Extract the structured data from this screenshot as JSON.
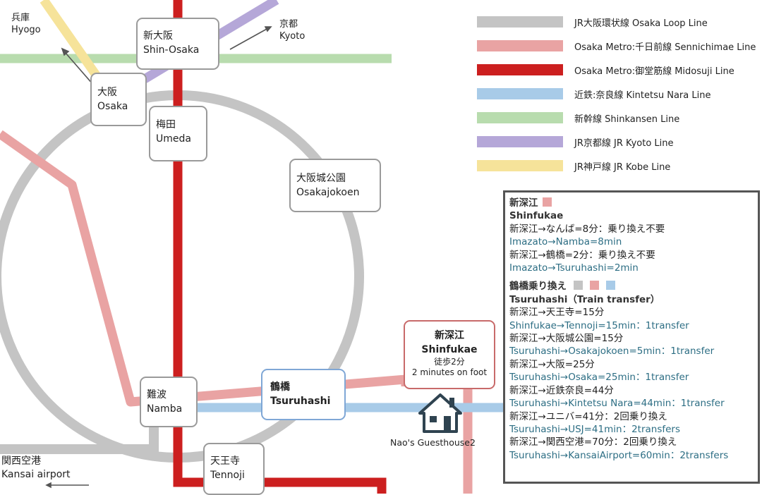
{
  "colors": {
    "loop": "#c4c4c4",
    "sennichimae": "#e9a3a3",
    "midosuji": "#cc1f1f",
    "kintetsu": "#a8cbe8",
    "shinkansen": "#b8dcae",
    "kyoto": "#b5a7d8",
    "kobe": "#f6e39a"
  },
  "legend": [
    {
      "label": "JR大阪環状線 Osaka Loop Line",
      "color": "#c4c4c4"
    },
    {
      "label": "Osaka Metro:千日前線 Sennichimae Line",
      "color": "#e9a3a3"
    },
    {
      "label": "Osaka Metro:御堂筋線 Midosuji Line",
      "color": "#cc1f1f"
    },
    {
      "label": "近鉄:奈良線 Kintetsu Nara Line",
      "color": "#a8cbe8"
    },
    {
      "label": "新幹線 Shinkansen Line",
      "color": "#b8dcae"
    },
    {
      "label": "JR京都線 JR Kyoto Line",
      "color": "#b5a7d8"
    },
    {
      "label": "JR神戸線 JR Kobe Line",
      "color": "#f6e39a"
    }
  ],
  "stations": {
    "shin_osaka": {
      "jp": "新大阪",
      "en": "Shin-Osaka"
    },
    "osaka": {
      "jp": "大阪",
      "en": "Osaka"
    },
    "umeda": {
      "jp": "梅田",
      "en": "Umeda"
    },
    "osakajokoen": {
      "jp": "大阪城公園",
      "en": "Osakajokoen"
    },
    "namba": {
      "jp": "難波",
      "en": "Namba"
    },
    "tsuruhashi": {
      "jp": "鶴橋",
      "en": "Tsuruhashi"
    },
    "tennoji": {
      "jp": "天王寺",
      "en": "Tennoji"
    },
    "shinfukae": {
      "jp": "新深江",
      "en": "Shinfukae",
      "walk_jp": "徒歩2分",
      "walk_en": "2 minutes on foot"
    }
  },
  "directions": {
    "hyogo": {
      "jp": "兵庫",
      "en": "Hyogo"
    },
    "kyoto": {
      "jp": "京都",
      "en": "Kyoto"
    },
    "kansai": {
      "jp": "関西空港",
      "en": "Kansai airport"
    }
  },
  "guesthouse": {
    "label": "Nao's Guesthouse2"
  },
  "info": {
    "shinfukae_jp": "新深江",
    "shinfukae_en": "Shinfukae",
    "lines1": [
      {
        "text": "新深江→なんば=8分：乗り換え不要",
        "lang": "jp"
      },
      {
        "text": "Imazato→Namba=8min",
        "lang": "en"
      },
      {
        "text": "新深江→鶴橋=2分：乗り換え不要",
        "lang": "jp"
      },
      {
        "text": "Imazato→Tsuruhashi=2min",
        "lang": "en"
      }
    ],
    "transfer_jp": "鶴橋乗り換え",
    "transfer_en": "Tsuruhashi（Train transfer）",
    "lines2": [
      {
        "text": "新深江→天王寺=15分",
        "lang": "jp"
      },
      {
        "text": "Shinfukae→Tennoji=15min：1transfer",
        "lang": "en"
      },
      {
        "text": "新深江→大阪城公園=15分",
        "lang": "jp"
      },
      {
        "text": "Tsuruhashi→Osakajokoen=5min：1transfer",
        "lang": "en"
      },
      {
        "text": "新深江→大阪=25分",
        "lang": "jp"
      },
      {
        "text": "Tsuruhashi→Osaka=25min：1transfer",
        "lang": "en"
      },
      {
        "text": "新深江→近鉄奈良=44分",
        "lang": "jp"
      },
      {
        "text": "Tsuruhashi→Kintetsu Nara=44min：1transfer",
        "lang": "en"
      },
      {
        "text": "新深江→ユニバ=41分：2回乗り換え",
        "lang": "jp"
      },
      {
        "text": "Tsuruhashi→USJ=41min：2transfers",
        "lang": "en"
      },
      {
        "text": "新深江→関西空港=70分：2回乗り換え",
        "lang": "jp"
      },
      {
        "text": "Tsuruhashi→KansaiAirport=60min：2transfers",
        "lang": "en"
      }
    ]
  }
}
